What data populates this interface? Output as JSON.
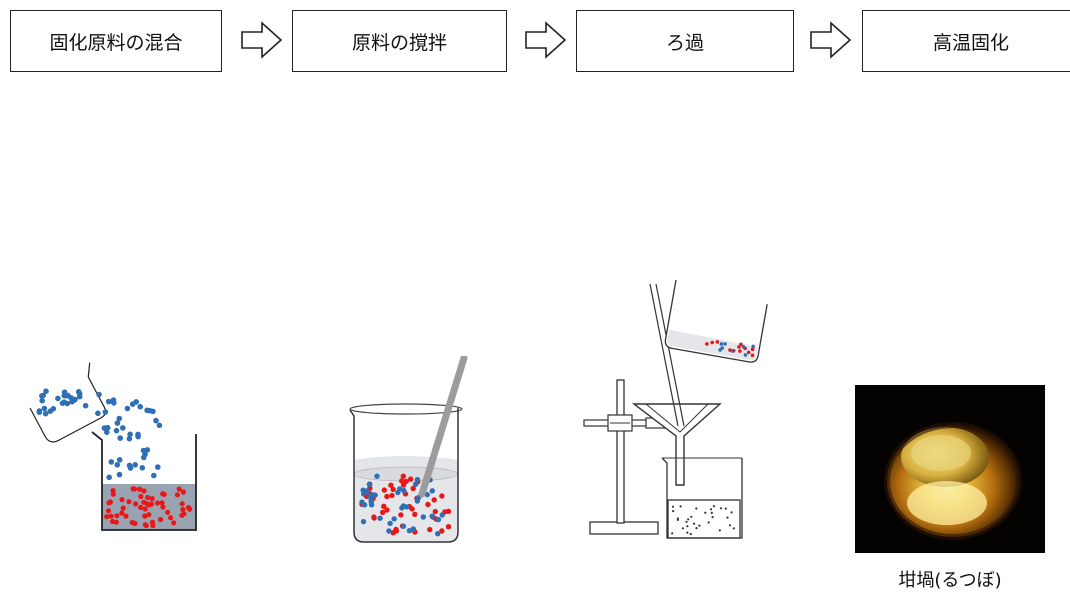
{
  "steps": [
    {
      "label": "固化原料の混合"
    },
    {
      "label": "原料の撹拌"
    },
    {
      "label": "ろ過"
    },
    {
      "label": "高温固化"
    }
  ],
  "caption": "坩堝(るつぼ)",
  "colors": {
    "blue_particle": "#2f6fb5",
    "red_particle": "#e81818",
    "liquid_gray": "#9aa3b2",
    "liquid_light": "#e4e6e9",
    "outline": "#222222"
  }
}
